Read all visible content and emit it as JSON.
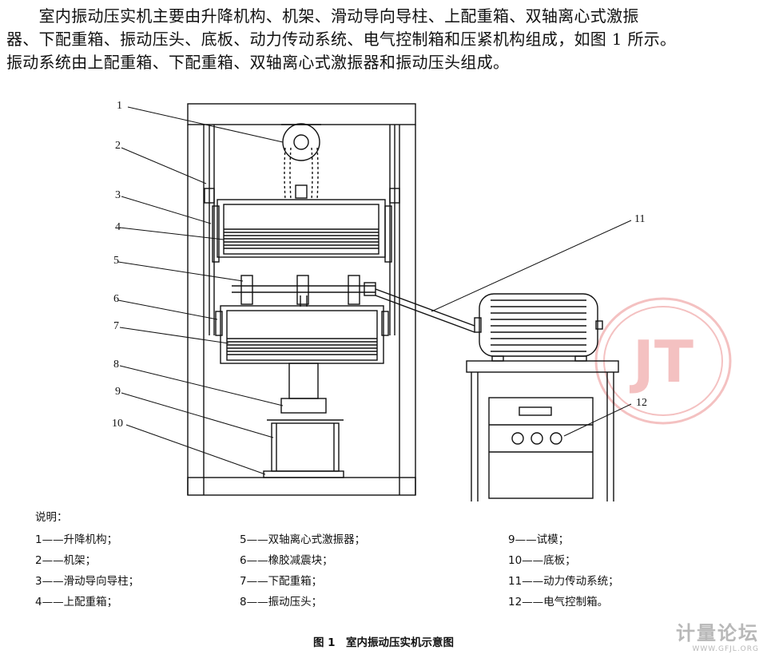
{
  "paragraph": [
    "　　室内振动压实机主要由升降机构、机架、滑动导向导柱、上配重箱、双轴离心式激振",
    "器、下配重箱、振动压头、底板、动力传动系统、电气控制箱和压紧机构组成，如图 1 所示。",
    "振动系统由上配重箱、下配重箱、双轴离心式激振器和振动压头组成。"
  ],
  "figure_numbers": [
    "1",
    "2",
    "3",
    "4",
    "5",
    "6",
    "7",
    "8",
    "9",
    "10",
    "11",
    "12"
  ],
  "legend_title": "说明：",
  "legend": [
    "1——升降机构；",
    "2——机架；",
    "3——滑动导向导柱；",
    "4——上配重箱；",
    "5——双轴离心式激振器；",
    "6——橡胶减震块；",
    "7——下配重箱；",
    "8——振动压头；",
    "9——试模；",
    "10——底板；",
    "11——动力传动系统；",
    "12——电气控制箱。"
  ],
  "figure_caption": "图 1　室内振动压实机示意图",
  "watermark": {
    "logo_letters": "JT",
    "site_name": "计量论坛",
    "site_url": "WWW.GFJL.ORG",
    "color": "#e05050"
  }
}
